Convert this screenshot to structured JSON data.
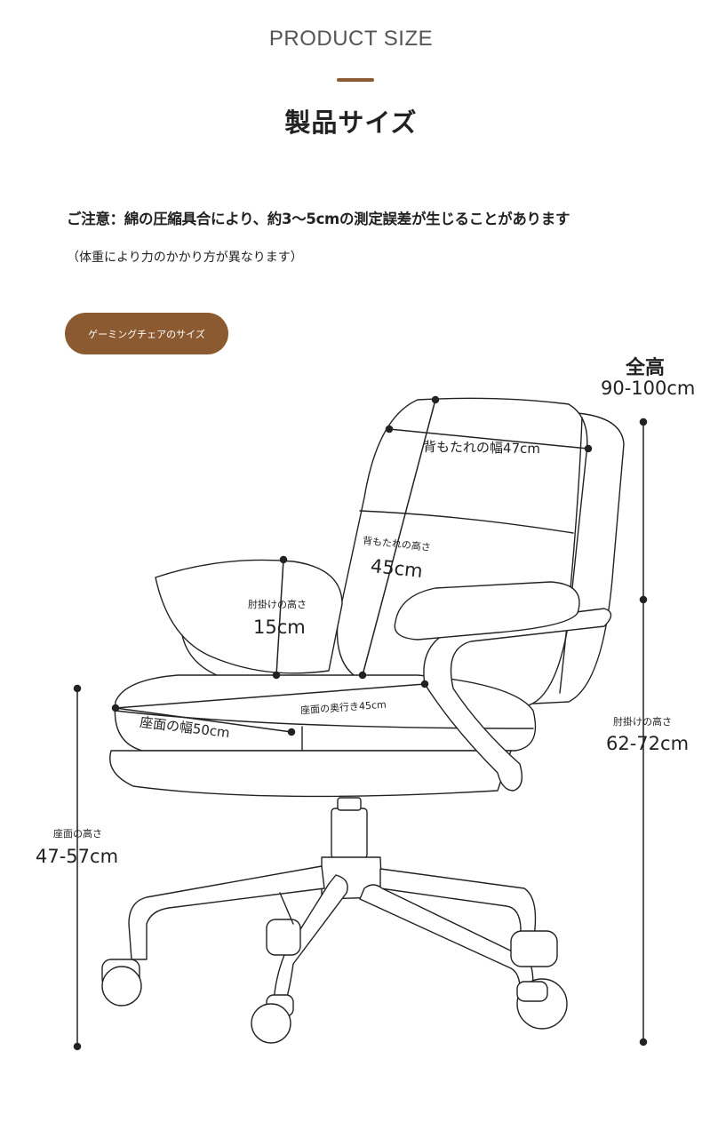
{
  "header": {
    "title_en": "PRODUCT SIZE",
    "title_jp": "製品サイズ"
  },
  "notice": {
    "line1": "ご注意：綿の圧縮具合により、約3〜5cmの測定誤差が生じることがあります",
    "line2": "（体重により力のかかり方が異なります）"
  },
  "section_tag": "ゲーミングチェアのサイズ",
  "colors": {
    "accent": "#8b5a30",
    "line": "#222222"
  },
  "dimensions": {
    "total_height": {
      "label": "全高",
      "value": "90-100cm"
    },
    "back_width": {
      "label": "背もたれの幅47cm"
    },
    "back_height": {
      "label": "背もたれの高さ",
      "value": "45cm"
    },
    "armrest_height": {
      "label": "肘掛けの高さ",
      "value": "15cm"
    },
    "seat_depth": {
      "label": "座面の奥行き45cm"
    },
    "seat_width": {
      "label": "座面の幅50cm"
    },
    "armrest_floor": {
      "label": "肘掛けの高さ",
      "value": "62-72cm"
    },
    "seat_height": {
      "label": "座面の高さ",
      "value": "47-57cm"
    }
  }
}
